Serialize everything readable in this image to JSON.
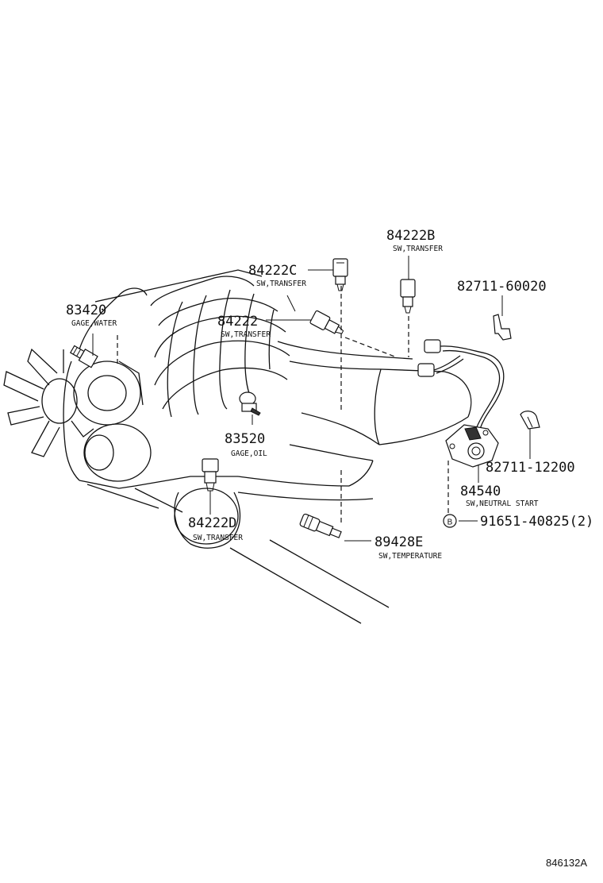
{
  "parts": [
    {
      "id": "p84222b",
      "number": "84222B",
      "desc": "SW,TRANSFER"
    },
    {
      "id": "p84222c",
      "number": "84222C",
      "desc": "SW,TRANSFER"
    },
    {
      "id": "p82711a",
      "number": "82711-60020",
      "desc": ""
    },
    {
      "id": "p83420",
      "number": "83420",
      "desc": "GAGE,WATER"
    },
    {
      "id": "p84222",
      "number": "84222",
      "desc": "SW,TRANSFER"
    },
    {
      "id": "p83520",
      "number": "83520",
      "desc": "GAGE,OIL"
    },
    {
      "id": "p82711b",
      "number": "82711-12200",
      "desc": ""
    },
    {
      "id": "p84540",
      "number": "84540",
      "desc": "SW,NEUTRAL START"
    },
    {
      "id": "p91651",
      "number": "91651-40825(2)",
      "desc": ""
    },
    {
      "id": "p84222d",
      "number": "84222D",
      "desc": "SW,TRANSFER"
    },
    {
      "id": "p89428e",
      "number": "89428E",
      "desc": "SW,TEMPERATURE"
    }
  ],
  "bolt_symbol": "B",
  "diagram_ref": "846132A"
}
